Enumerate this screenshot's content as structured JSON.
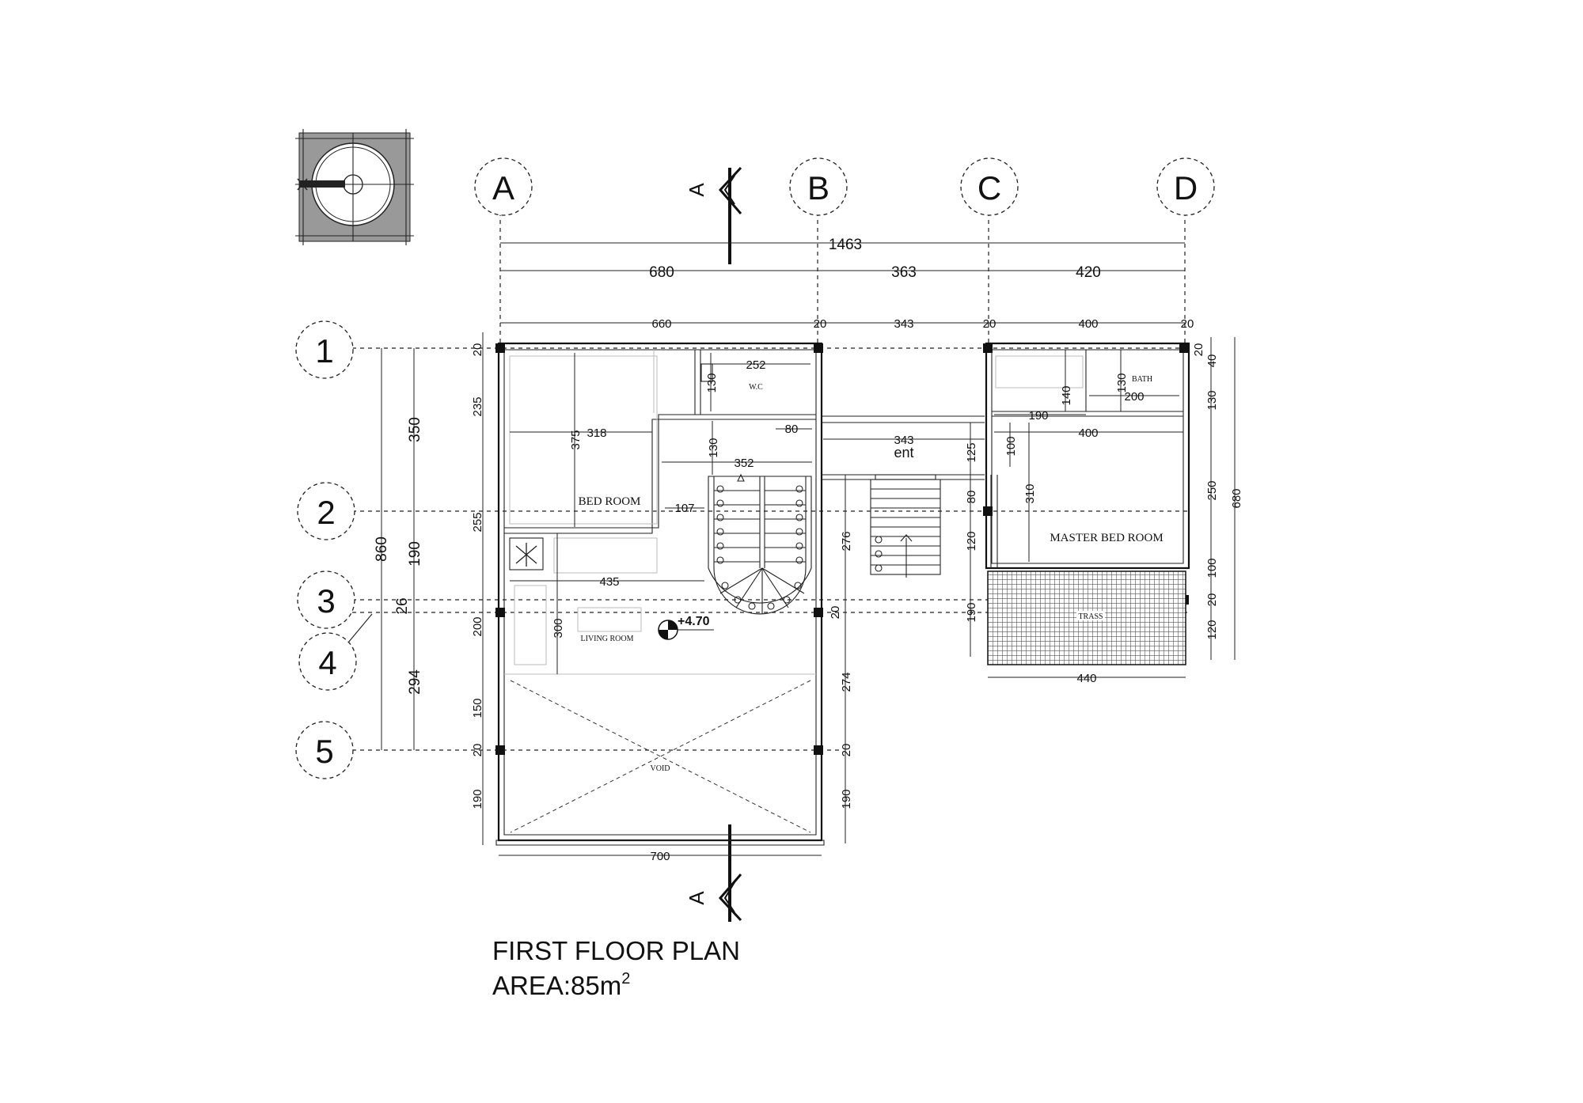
{
  "title": "FIRST FLOOR PLAN",
  "area_label": "AREA:85m",
  "area_superscript": "2",
  "grid_columns": [
    "A",
    "B",
    "C",
    "D"
  ],
  "grid_rows": [
    "1",
    "2",
    "3",
    "4",
    "5"
  ],
  "section_marker": "A",
  "level": "+4.70",
  "rooms": {
    "bed_room": "BED ROOM",
    "wc": "W.C",
    "bath": "BATH",
    "master_bed_room": "MASTER BED ROOM",
    "living_room": "LIVING ROOM",
    "void": "VOID",
    "trass": "TRASS",
    "ent": "ent"
  },
  "dimensions": {
    "overall_width": "1463",
    "bay_ab": "680",
    "bay_bc": "363",
    "bay_cd": "420",
    "inner_ab": "660",
    "wall_b": "20",
    "inner_bc": "343",
    "wall_c": "20",
    "inner_cd": "400",
    "wall_d": "20",
    "left_overall": "860",
    "left_350": "350",
    "left_190": "190",
    "left_26": "26",
    "left_294": "294",
    "col_a_top20": "20",
    "col_a_235": "235",
    "col_a_255": "255",
    "col_a_200": "200",
    "col_a_150": "150",
    "col_a_20": "20",
    "col_a_190": "190",
    "wc_252": "252",
    "wc_130": "130",
    "bed_318": "318",
    "bed_375": "375",
    "door_80": "80",
    "stair_130": "130",
    "hall_352": "352",
    "hall_107": "107",
    "living_435": "435",
    "living_300": "300",
    "ent_343": "343",
    "b_276": "276",
    "b_20": "20",
    "b_274": "274",
    "b_20b": "20",
    "b_190": "190",
    "c_125": "125",
    "c_80": "80",
    "c_120": "120",
    "c_190": "190",
    "m_140": "140",
    "m_190": "190",
    "m_130": "130",
    "m_200": "200",
    "m_400": "400",
    "m_100": "100",
    "m_310": "310",
    "r_20": "20",
    "r_40": "40",
    "r_130": "130",
    "r_250": "250",
    "r_100": "100",
    "r_20b": "20",
    "r_120": "120",
    "r_680": "680",
    "terrace_440": "440",
    "bottom_700": "700"
  }
}
